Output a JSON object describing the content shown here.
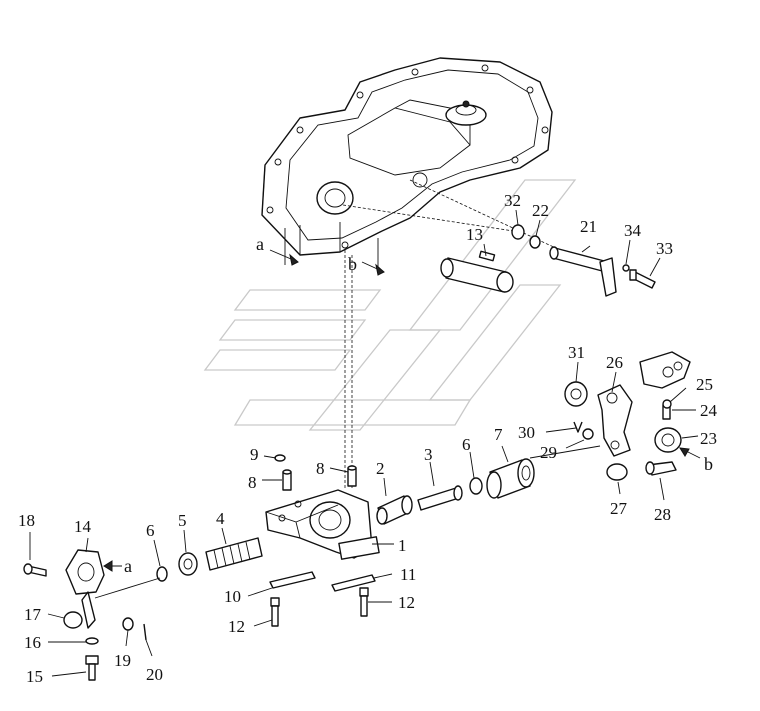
{
  "labels": {
    "p1": "1",
    "p2": "2",
    "p3": "3",
    "p4": "4",
    "p5": "5",
    "p6a": "6",
    "p6b": "6",
    "p7": "7",
    "p8a": "8",
    "p8b": "8",
    "p9": "9",
    "p10": "10",
    "p11": "11",
    "p12a": "12",
    "p12b": "12",
    "p13": "13",
    "p14": "14",
    "p15": "15",
    "p16": "16",
    "p17": "17",
    "p18": "18",
    "p19": "19",
    "p20": "20",
    "p21": "21",
    "p22": "22",
    "p23": "23",
    "p24": "24",
    "p25": "25",
    "p26": "26",
    "p27": "27",
    "p28": "28",
    "p29": "29",
    "p30": "30",
    "p31": "31",
    "p32": "32",
    "p33": "33",
    "p34": "34"
  },
  "refs": {
    "a_top": "a",
    "b_top": "b",
    "a_left": "a",
    "b_right": "b"
  }
}
